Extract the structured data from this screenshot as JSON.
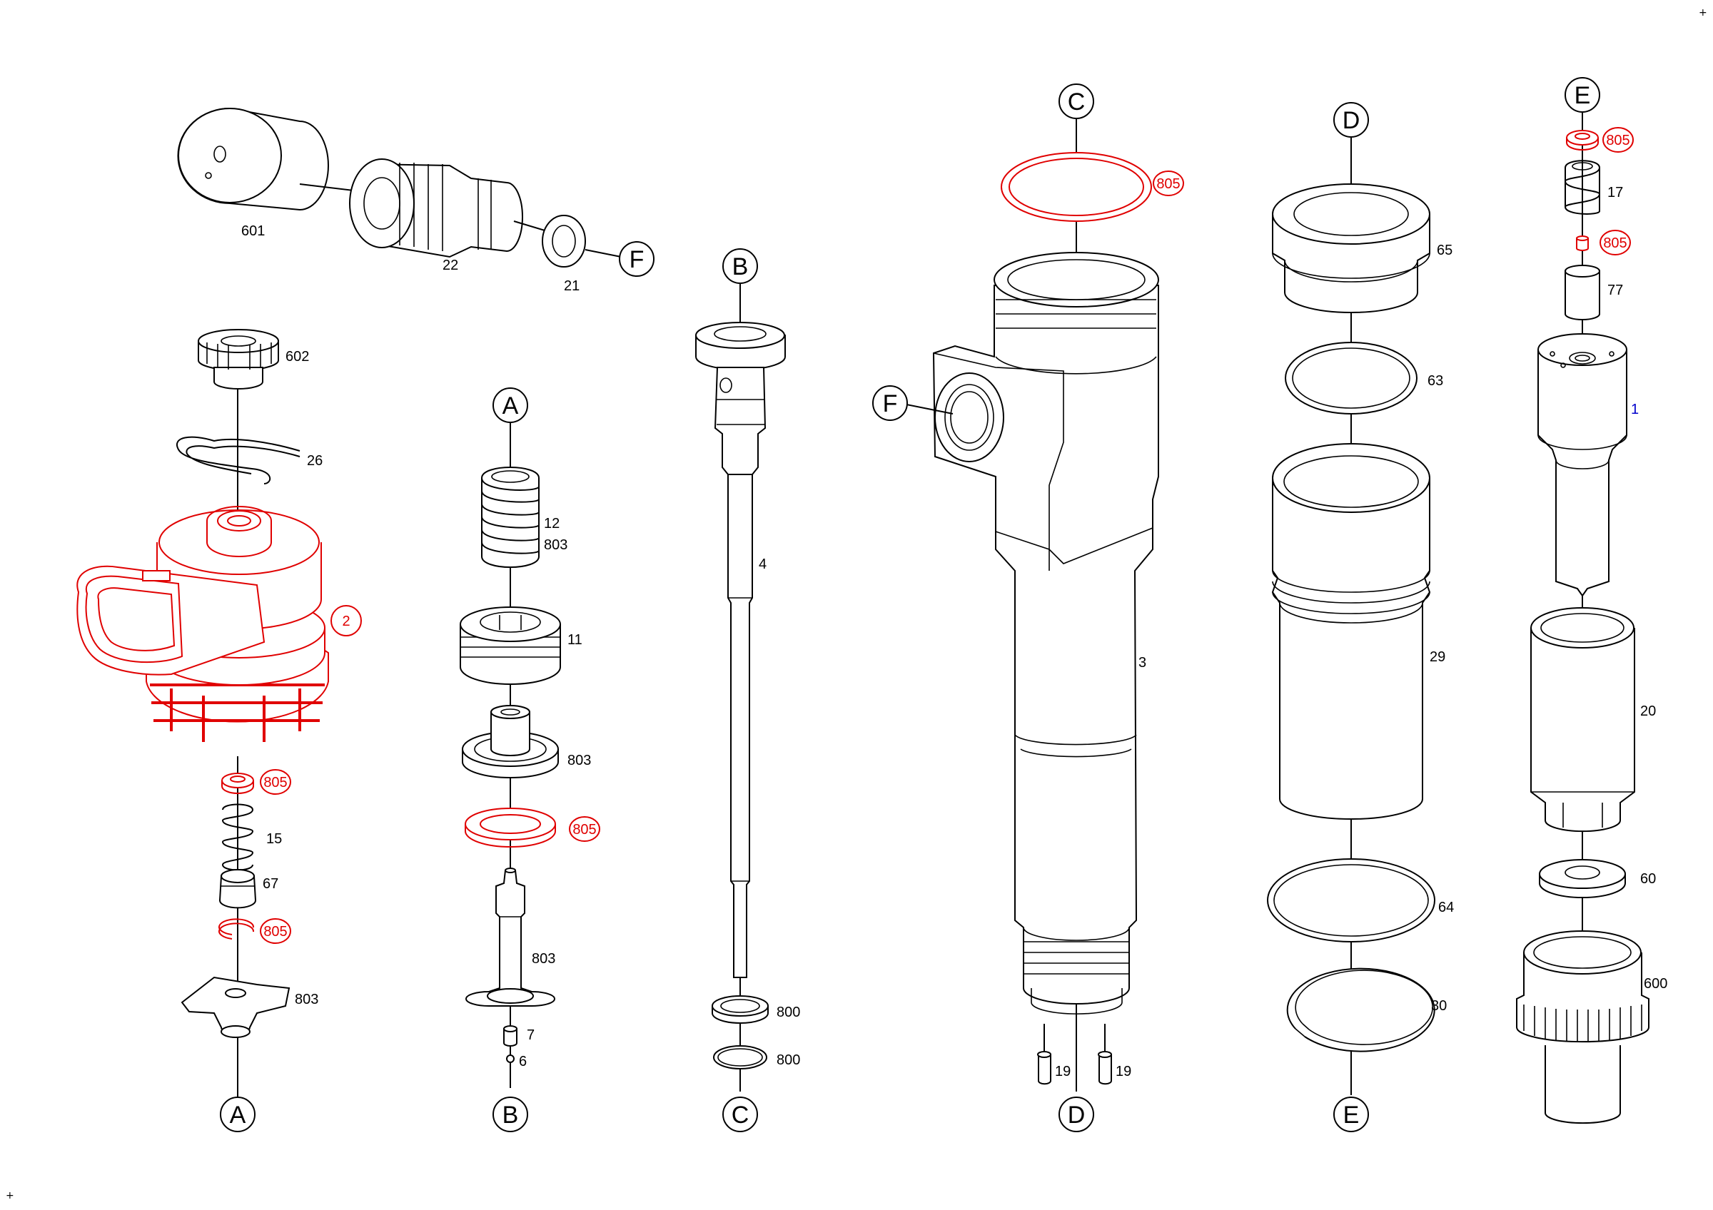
{
  "corner_marks": [
    "+",
    "+"
  ],
  "colors": {
    "line": "#000000",
    "highlight": "#e00000",
    "assembly_label": "#0000cc"
  },
  "references": {
    "A": "A",
    "B": "B",
    "C": "C",
    "D": "D",
    "E": "E",
    "F": "F"
  },
  "parts": {
    "p601": "601",
    "p22": "22",
    "p21": "21",
    "p602": "602",
    "p26": "26",
    "p2": "2",
    "p15": "15",
    "p67": "67",
    "p803": "803",
    "p12": "12",
    "p11": "11",
    "p7": "7",
    "p6": "6",
    "p4": "4",
    "p800": "800",
    "p3": "3",
    "p19": "19",
    "p805": "805",
    "p65": "65",
    "p63": "63",
    "p29": "29",
    "p64": "64",
    "p30": "30",
    "p17": "17",
    "p77": "77",
    "p1": "1",
    "p20": "20",
    "p60": "60",
    "p600": "600"
  }
}
